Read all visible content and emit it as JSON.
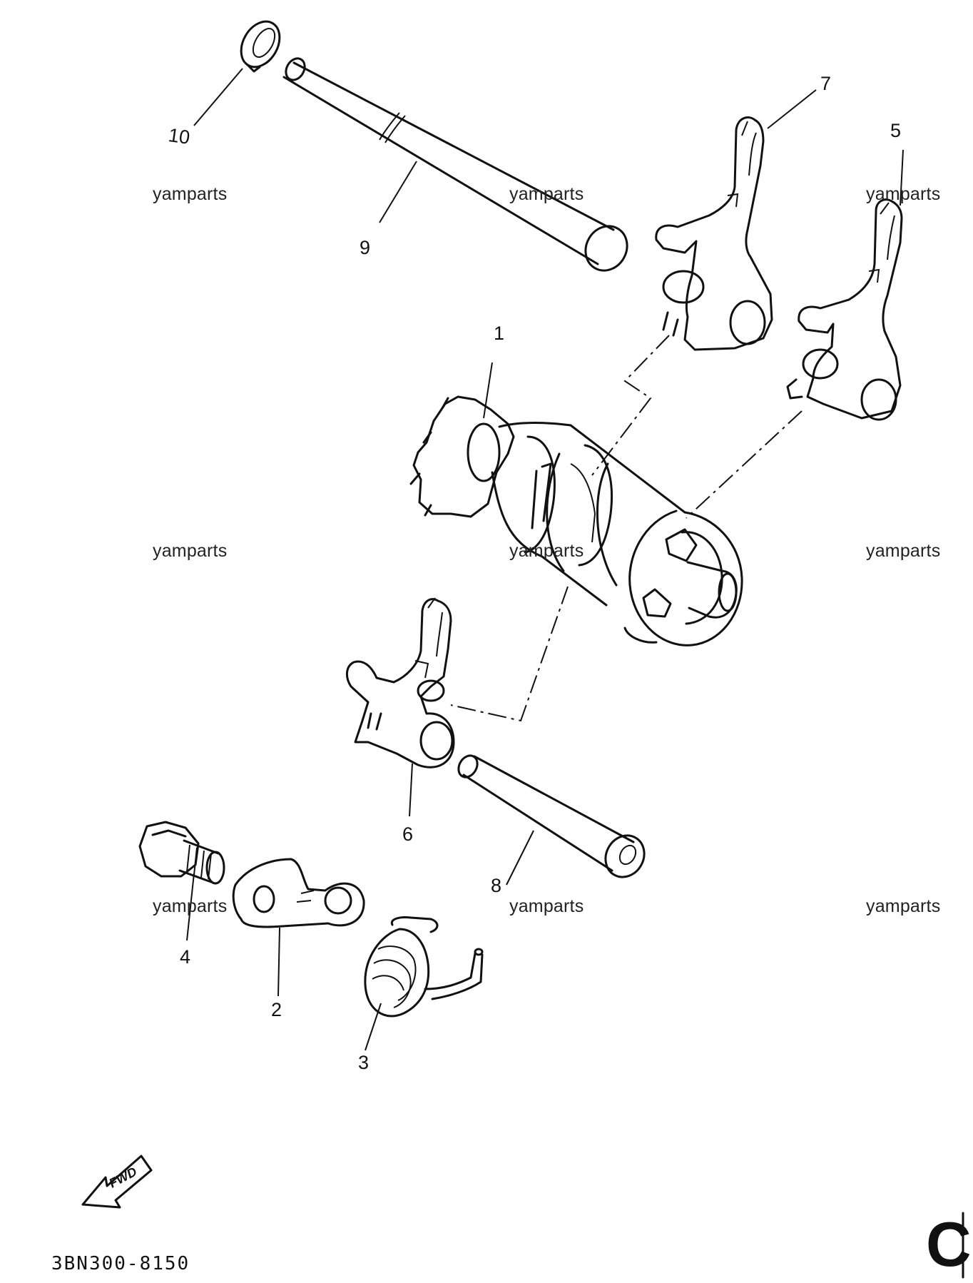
{
  "diagram": {
    "part_code": "3BN300-8150",
    "watermark": "yamparts",
    "fwd_label": "FWD",
    "corner_letter": "C",
    "callouts": [
      {
        "id": "1",
        "part": "shift-cam"
      },
      {
        "id": "2",
        "part": "stopper-lever"
      },
      {
        "id": "3",
        "part": "torsion-spring"
      },
      {
        "id": "4",
        "part": "bolt"
      },
      {
        "id": "5",
        "part": "shift-fork-5"
      },
      {
        "id": "6",
        "part": "shift-fork-6"
      },
      {
        "id": "7",
        "part": "shift-fork-7"
      },
      {
        "id": "8",
        "part": "guide-bar-short"
      },
      {
        "id": "9",
        "part": "guide-bar-long"
      },
      {
        "id": "10",
        "part": "circlip"
      }
    ]
  }
}
